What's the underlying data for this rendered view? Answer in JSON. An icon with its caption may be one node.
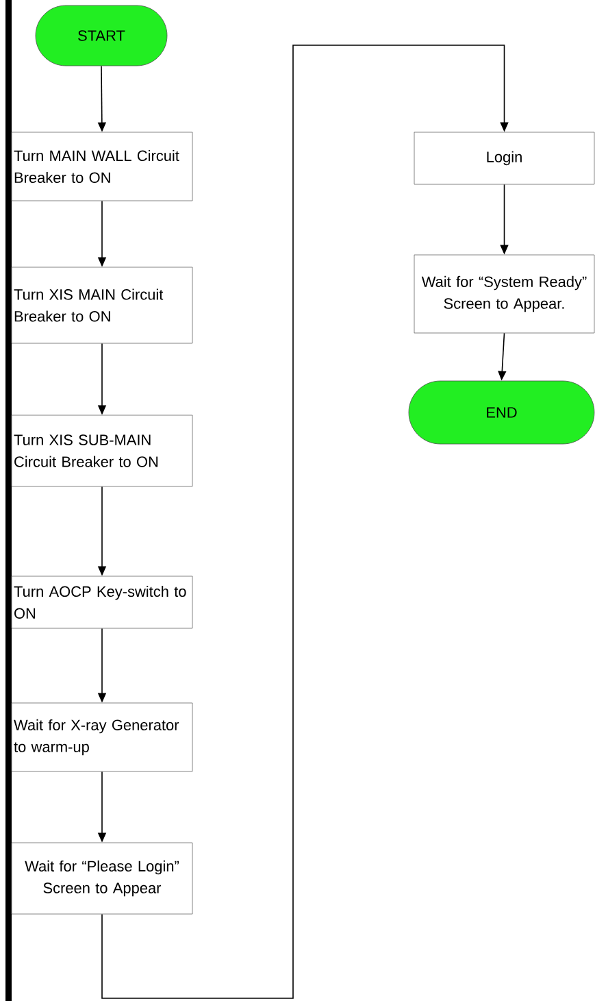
{
  "diagram": {
    "nodes": [
      {
        "text": [
          "START"
        ]
      },
      {
        "text": [
          "Turn MAIN WALL Circuit Breaker to ON"
        ]
      },
      {
        "text": [
          "Turn XIS MAIN Circuit Breaker to ON"
        ]
      },
      {
        "text": [
          "Turn XIS SUB-MAIN Circuit Breaker to ON"
        ]
      },
      {
        "text": [
          "Turn AOCP Key-switch to ON"
        ]
      },
      {
        "text": [
          "Wait for X-ray Generator to warm-up"
        ]
      },
      {
        "text": [
          "Wait for “Please Login” Screen to Appear"
        ]
      },
      {
        "text": [
          "Login"
        ]
      },
      {
        "text": [
          "Wait for “System Ready” Screen to Appear."
        ]
      },
      {
        "text": [
          "END"
        ]
      }
    ],
    "edges": [
      {
        "from": 0,
        "to": 1,
        "arrow": "to"
      },
      {
        "from": 1,
        "to": 2,
        "arrow": "to"
      },
      {
        "from": 2,
        "to": 3,
        "arrow": "to"
      },
      {
        "from": 3,
        "to": 4,
        "arrow": "to"
      },
      {
        "from": 4,
        "to": 5,
        "arrow": "to"
      },
      {
        "from": 5,
        "to": 6,
        "arrow": "to"
      },
      {
        "from": 6,
        "to": 7,
        "arrow": "to"
      },
      {
        "from": 7,
        "to": 8,
        "arrow": "to"
      },
      {
        "from": 8,
        "to": 9,
        "arrow": "to"
      }
    ]
  }
}
